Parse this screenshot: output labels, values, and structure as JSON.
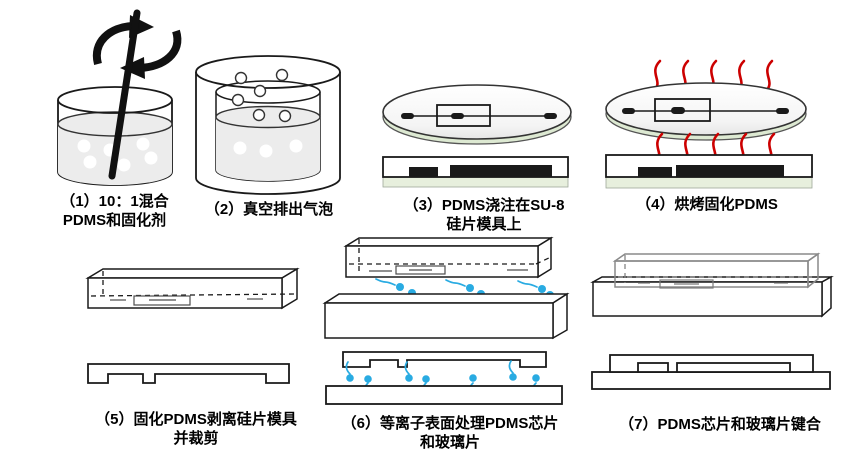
{
  "figure": {
    "background": "#ffffff",
    "steps": [
      {
        "id": "1",
        "line1": "（1）10：1混合",
        "line2": "PDMS和固化剂"
      },
      {
        "id": "2",
        "line1": "（2）真空排出气泡",
        "line2": ""
      },
      {
        "id": "3",
        "line1": "（3）PDMS浇注在SU-8",
        "line2": "硅片模具上"
      },
      {
        "id": "4",
        "line1": "（4）烘烤固化PDMS",
        "line2": ""
      },
      {
        "id": "5",
        "line1": "（5）固化PDMS剥离硅片模具",
        "line2": "并裁剪"
      },
      {
        "id": "6",
        "line1": "（6）等离子表面处理PDMS芯片",
        "line2": "和玻璃片"
      },
      {
        "id": "7",
        "line1": "（7）PDMS芯片和玻璃片键合",
        "line2": ""
      }
    ],
    "colors": {
      "heat": "#cc0000",
      "plasma": "#29abe2",
      "wafer-tint": "#dde9d2",
      "substrate-green": "#e7efdd",
      "liquid": "#ececec",
      "outline": "#1a1a1a"
    }
  }
}
